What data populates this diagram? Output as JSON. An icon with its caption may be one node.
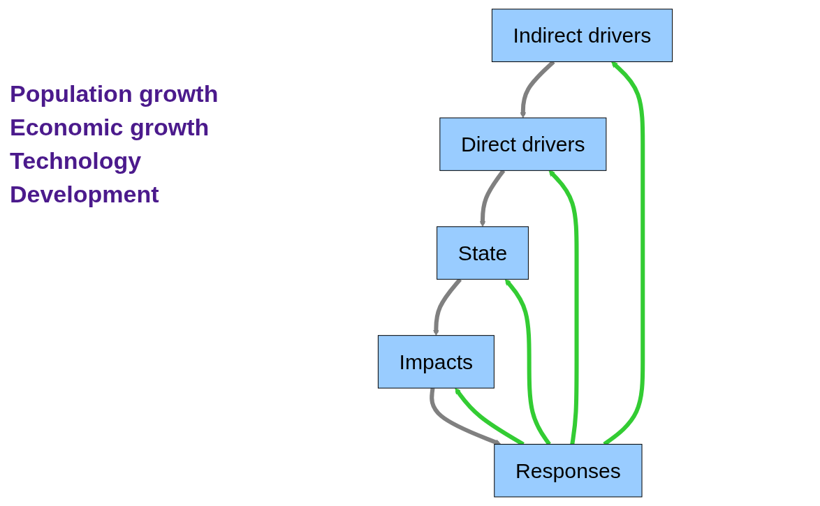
{
  "diagram": {
    "nodes": [
      {
        "text": [
          "Indirect drivers"
        ]
      },
      {
        "text": [
          "Direct drivers"
        ]
      },
      {
        "text": [
          "Responses"
        ]
      },
      {
        "text": [
          "State"
        ]
      },
      {
        "text": [
          "Impacts"
        ]
      }
    ],
    "edges": [
      {
        "from": 0,
        "to": 1,
        "arrow": "to",
        "color": "#808080"
      },
      {
        "from": 1,
        "to": 3,
        "arrow": "to",
        "color": "#808080"
      },
      {
        "from": 3,
        "to": 4,
        "arrow": "to",
        "color": "#808080"
      },
      {
        "from": 4,
        "to": 2,
        "arrow": "to",
        "color": "#808080"
      },
      {
        "from": 2,
        "to": 0,
        "arrow": "to",
        "color": "#33cc33"
      },
      {
        "from": 2,
        "to": 1,
        "arrow": "to",
        "color": "#33cc33"
      },
      {
        "from": 2,
        "to": 3,
        "arrow": "to",
        "color": "#33cc33"
      },
      {
        "from": 2,
        "to": 4,
        "arrow": "to",
        "color": "#33cc33"
      }
    ],
    "labels": [
      "Population growth",
      "Economic growth",
      "Technology",
      "Development"
    ]
  }
}
